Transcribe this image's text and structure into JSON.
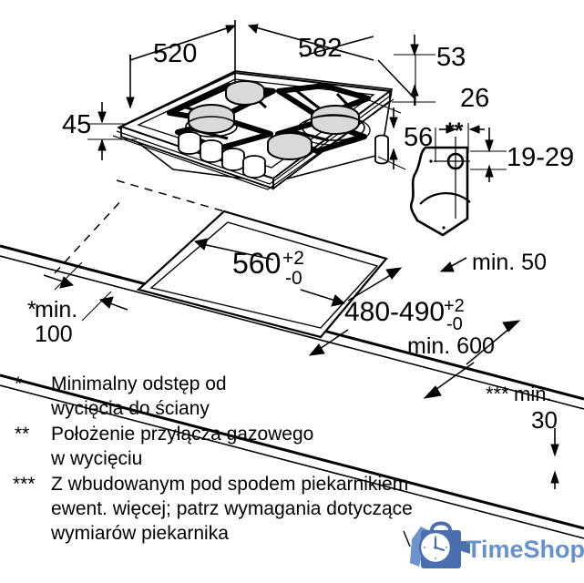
{
  "drawing": {
    "title": "Gas hob installation dimensions",
    "dimensions": {
      "depth_520": "520",
      "width_582": "582",
      "rear_53": "53",
      "side_56": "56",
      "height_45": "45",
      "gas_offset_26": "26",
      "gas_marker": "**",
      "gas_height_range": "19-29",
      "cutout_width": "560",
      "cutout_width_tol_upper": "+2",
      "cutout_width_tol_lower": "-0",
      "cutout_depth": "480-490",
      "cutout_depth_tol_upper": "+2",
      "cutout_depth_tol_lower": "-0",
      "wall_min_100_marker": "*",
      "wall_min_100": "min.",
      "wall_min_100_value": "100",
      "rear_min_50": "min. 50",
      "front_min_600": "min. 600",
      "below_min_30_marker": "***",
      "below_min_30": "min.",
      "below_min_30_value": "30"
    },
    "notes": [
      {
        "marker": "*",
        "lines": [
          "Minimalny odstęp od",
          "wycięcia do ściany"
        ]
      },
      {
        "marker": "**",
        "lines": [
          "Położenie przyłącza gazowego",
          "w wycięciu"
        ]
      },
      {
        "marker": "***",
        "lines": [
          "Z wbudowanym pod spodem piekarnikiem",
          "ewent. więcej; patrz wymagania dotyczące",
          "wymiarów piekarnika"
        ]
      }
    ]
  },
  "watermark": {
    "brand_first": "Time",
    "brand_second": "Shop",
    "brand_full": "TimeShop",
    "icon": "shopping-bag-clock-icon",
    "color": "#6691cf",
    "bag_color": "#4e74b5"
  },
  "colors": {
    "line": "#000000",
    "background": "#ffffff",
    "burner_cap": "#d9d9d9",
    "knob_fill": "#ffffff",
    "logo_blue": "#6691cf",
    "logo_dark_blue": "#4a6fae"
  }
}
